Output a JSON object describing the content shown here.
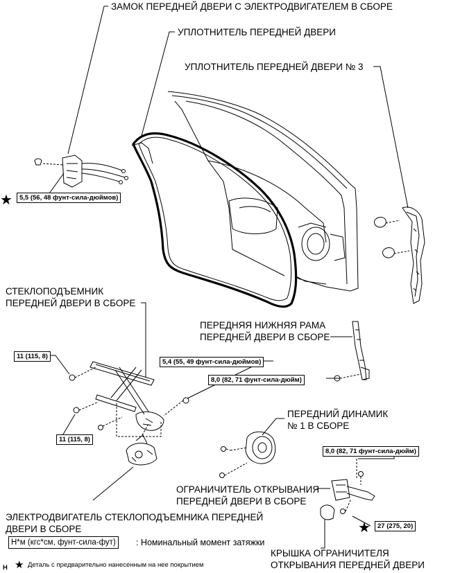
{
  "labels": {
    "lock": "ЗАМОК ПЕРЕДНЕЙ ДВЕРИ С ЭЛЕКТРОДВИГАТЕЛЕМ В СБОРЕ",
    "seal": "УПЛОТНИТЕЛЬ ПЕРЕДНЕЙ ДВЕРИ",
    "seal3": "УПЛОТНИТЕЛЬ ПЕРЕДНЕЙ ДВЕРИ № 3",
    "regulator_1": "СТЕКЛОПОДЪЕМНИК",
    "regulator_2": "ПЕРЕДНЕЙ ДВЕРИ В СБОРЕ",
    "lower_frame_1": "ПЕРЕДНЯЯ НИЖНЯЯ РАМА",
    "lower_frame_2": "ПЕРЕДНЕЙ ДВЕРИ В СБОРЕ",
    "speaker_1": "ПЕРЕДНИЙ ДИНАМИК",
    "speaker_2": "№ 1 В СБОРЕ",
    "checker_1": "ОГРАНИЧИТЕЛЬ ОТКРЫВАНИЯ",
    "checker_2": "ПЕРЕДНЕЙ ДВЕРИ В СБОРЕ",
    "motor_1": "ЭЛЕКТРОДВИГАТЕЛЬ СТЕКЛОПОДЪЕМНИКА ПЕРЕДНЕЙ",
    "motor_2": "ДВЕРИ В СБОРЕ",
    "cover_1": "КРЫШКА ОГРАНИЧИТЕЛЯ",
    "cover_2": "ОТКРЫВАНИЯ ПЕРЕДНЕЙ ДВЕРИ"
  },
  "torques": {
    "lock_screw": "5,5 (56, 48 фунт-сила-дюймов)",
    "regulator_upper": "11 (115, 8)",
    "regulator_lower": "11 (115, 8)",
    "regulator_motor": "5,4 (55, 49 фунт-сила-дюймов)",
    "lower_frame_bolt": "8,0 (82, 71 фунт-сила-дюйм)",
    "checker_door": "8,0 (82, 71 фунт-сила-дюйм)",
    "checker_body": "27 (275, 20)"
  },
  "legend": {
    "unit_box": "Н*м (кгс*см, фунт-сила-фут)",
    "unit_text": ": Номинальный момент затяжки",
    "precoat_text": "Деталь с предварительно нанесенным на нее покрытием",
    "corner_mark": "H"
  },
  "symbols": {
    "star": "★"
  }
}
